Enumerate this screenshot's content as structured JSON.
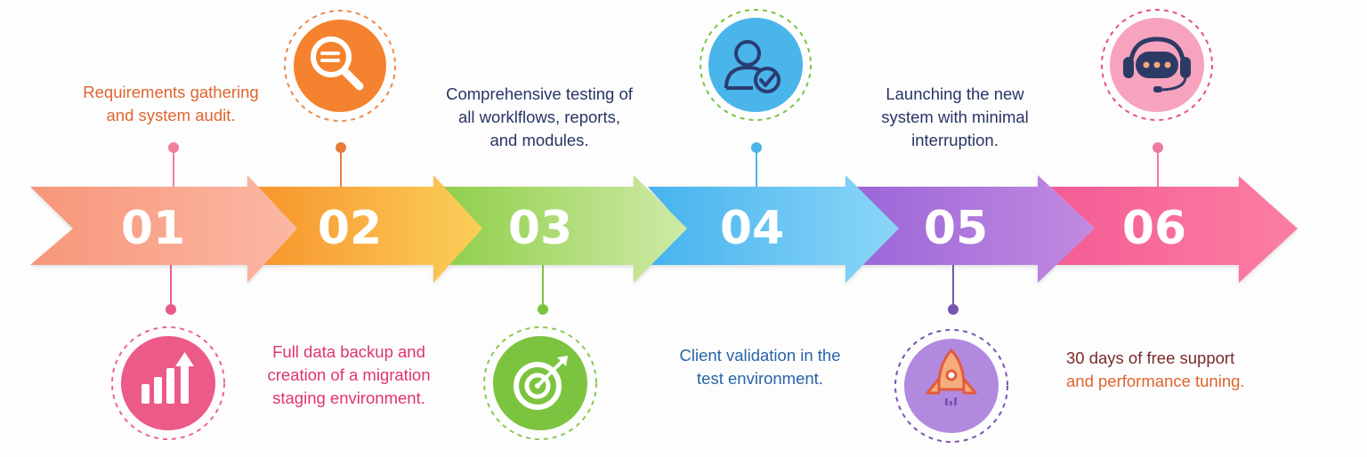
{
  "title": "Migration process timeline",
  "steps": [
    {
      "number": "01",
      "icon": "growth-bars-icon",
      "color": "#f4608a",
      "text_lines": [
        "Requirements gathering",
        "and system audit."
      ],
      "text_color": "#e0652f"
    },
    {
      "number": "02",
      "icon": "search-magnifier-icon",
      "color": "#f5822e",
      "text_lines": [
        "Full data backup and",
        "creation of a migration",
        "staging environment."
      ],
      "text_color": "#e2356a"
    },
    {
      "number": "03",
      "icon": "target-arrow-icon",
      "color": "#7cc440",
      "text_lines": [
        "Comprehensive testing of",
        "all worklflows, reports,",
        "and modules."
      ],
      "text_color": "#283566"
    },
    {
      "number": "04",
      "icon": "user-check-icon",
      "color": "#4ab5ea",
      "text_lines": [
        "Client validation in the",
        "test environment."
      ],
      "text_color": "#2a63a8"
    },
    {
      "number": "05",
      "icon": "rocket-icon",
      "color": "#a57ad8",
      "text_lines": [
        "Launching the new",
        "system with minimal",
        "interruption."
      ],
      "text_color": "#283566"
    },
    {
      "number": "06",
      "icon": "headset-support-icon",
      "color": "#f48fb1",
      "text_lines": [
        "30 days of free support",
        "and performance tuning."
      ],
      "text_color": "#e0652f"
    }
  ],
  "colors": {
    "arrow1": [
      "#f7967a",
      "#fbb8a3"
    ],
    "arrow2": [
      "#f7932a",
      "#fbcf5a"
    ],
    "arrow3": [
      "#8fcf4a",
      "#cbe9a2"
    ],
    "arrow4": [
      "#4ab7ee",
      "#88d5f6"
    ],
    "arrow5": [
      "#9b68d8",
      "#c088e0"
    ],
    "arrow6": [
      "#f45e96",
      "#fb7ba0"
    ]
  }
}
